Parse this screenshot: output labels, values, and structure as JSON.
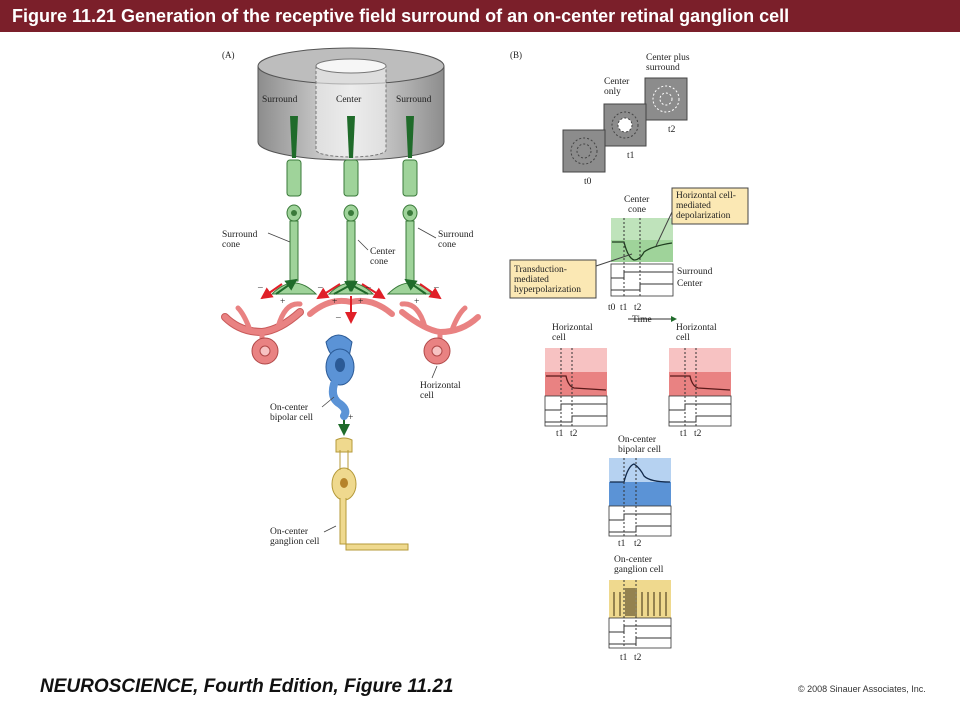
{
  "title": "Figure 11.21  Generation of the receptive field surround of an on-center retinal ganglion cell",
  "panel_a": {
    "label": "(A)",
    "cylinder": {
      "left": "Surround",
      "center": "Center",
      "right": "Surround"
    },
    "labels": {
      "surround_cone_1": "Surround",
      "surround_cone_2": "cone",
      "center_cone_1": "Center",
      "center_cone_2": "cone",
      "right_surround_cone_1": "Surround",
      "right_surround_cone_2": "cone",
      "horizontal_cell_1": "Horizontal",
      "horizontal_cell_2": "cell",
      "bipolar_1": "On-center",
      "bipolar_2": "bipolar cell",
      "ganglion_1": "On-center",
      "ganglion_2": "ganglion cell"
    },
    "signs": {
      "minus": "–",
      "plus": "+"
    }
  },
  "panel_b": {
    "label": "(B)",
    "stimuli": {
      "t0": "t0",
      "t1": "t1",
      "t2": "t2",
      "center_only_1": "Center",
      "center_only_2": "only",
      "center_plus_1": "Center plus",
      "center_plus_2": "surround"
    },
    "cone_trace": {
      "title_1": "Center",
      "title_2": "cone",
      "callout_h_1": "Horizontal cell-",
      "callout_h_2": "mediated",
      "callout_h_3": "depolarization",
      "callout_t_1": "Transduction-",
      "callout_t_2": "mediated",
      "callout_t_3": "hyperpolarization",
      "surround": "Surround",
      "center": "Center",
      "t0": "t0",
      "t1": "t1",
      "t2": "t2",
      "time": "Time"
    },
    "horizontal_left": {
      "label_1": "Horizontal",
      "label_2": "cell",
      "t1": "t1",
      "t2": "t2"
    },
    "horizontal_right": {
      "label_1": "Horizontal",
      "label_2": "cell",
      "t1": "t1",
      "t2": "t2"
    },
    "bipolar": {
      "label_1": "On-center",
      "label_2": "bipolar cell",
      "t1": "t1",
      "t2": "t2"
    },
    "ganglion": {
      "label_1": "On-center",
      "label_2": "ganglion cell",
      "t1": "t1",
      "t2": "t2"
    }
  },
  "footer": {
    "book": "NEUROSCIENCE, Fourth Edition, Figure 11.21",
    "copyright": "© 2008 Sinauer Associates, Inc."
  },
  "colors": {
    "title_bar": "#7b1f2a",
    "cone_green": "#9fd39a",
    "horizontal_red": "#e98282",
    "bipolar_blue": "#5b93d6",
    "ganglion_yellow": "#efd98e",
    "inhibit_arrow": "#e02028",
    "excite_arrow": "#1f6b2a"
  }
}
